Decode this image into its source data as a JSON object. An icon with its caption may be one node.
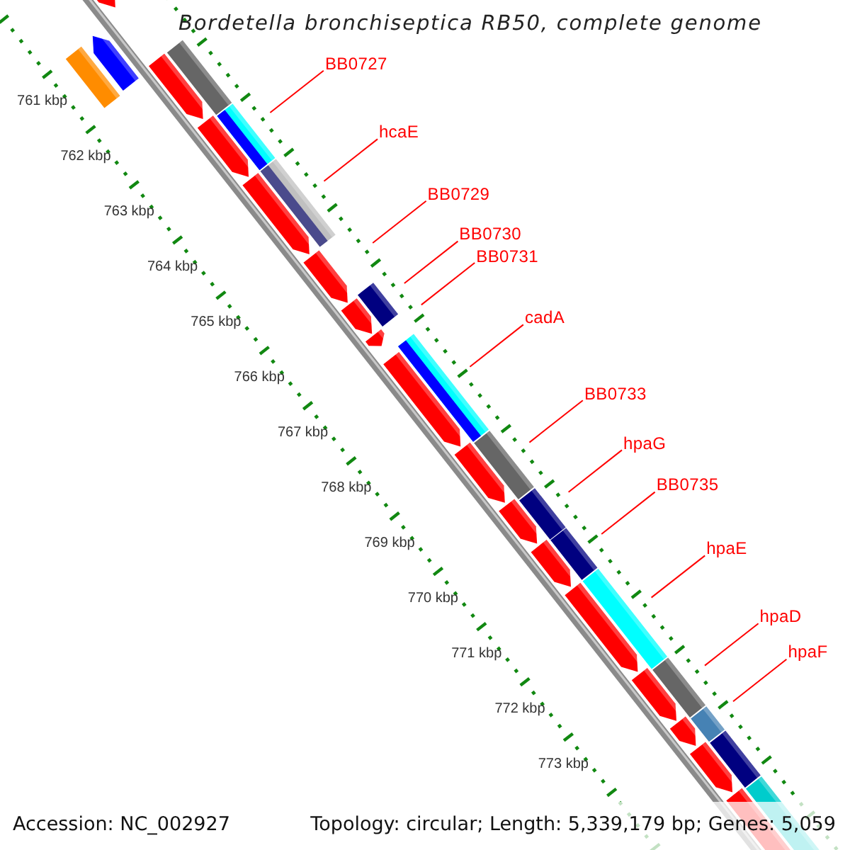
{
  "diagram": {
    "title": "Bordetella bronchiseptica RB50, complete genome",
    "nodes": [
      {
        "text": [
          "BB0727"
        ]
      },
      {
        "text": [
          "hcaE"
        ]
      },
      {
        "text": [
          "BB0729"
        ]
      },
      {
        "text": [
          "BB0730"
        ]
      },
      {
        "text": [
          "BB0731"
        ]
      },
      {
        "text": [
          "cadA"
        ]
      },
      {
        "text": [
          "BB0733"
        ]
      },
      {
        "text": [
          "hpaG"
        ]
      },
      {
        "text": [
          "BB0735"
        ]
      },
      {
        "text": [
          "hpaE"
        ]
      },
      {
        "text": [
          "hpaD"
        ]
      },
      {
        "text": [
          "hpaF"
        ]
      }
    ],
    "edges": [
      {
        "from": 0,
        "to": null,
        "arrow": "none"
      },
      {
        "from": 1,
        "to": null,
        "arrow": "none"
      },
      {
        "from": 2,
        "to": null,
        "arrow": "none"
      },
      {
        "from": 3,
        "to": null,
        "arrow": "none"
      },
      {
        "from": 4,
        "to": null,
        "arrow": "none"
      },
      {
        "from": 5,
        "to": null,
        "arrow": "none"
      },
      {
        "from": 6,
        "to": null,
        "arrow": "none"
      },
      {
        "from": 7,
        "to": null,
        "arrow": "none"
      },
      {
        "from": 8,
        "to": null,
        "arrow": "none"
      },
      {
        "from": 9,
        "to": null,
        "arrow": "none"
      },
      {
        "from": 10,
        "to": null,
        "arrow": "none"
      },
      {
        "from": 11,
        "to": null,
        "arrow": "none"
      }
    ],
    "labels": [
      "761 kbp",
      "762 kbp",
      "763 kbp",
      "764 kbp",
      "765 kbp",
      "766 kbp",
      "767 kbp",
      "768 kbp",
      "769 kbp",
      "770 kbp",
      "771 kbp",
      "772 kbp",
      "773 kbp",
      "Accession: NC_002927",
      "Topology: circular; Length: 5,339,179 bp; Genes: 5,059"
    ]
  }
}
